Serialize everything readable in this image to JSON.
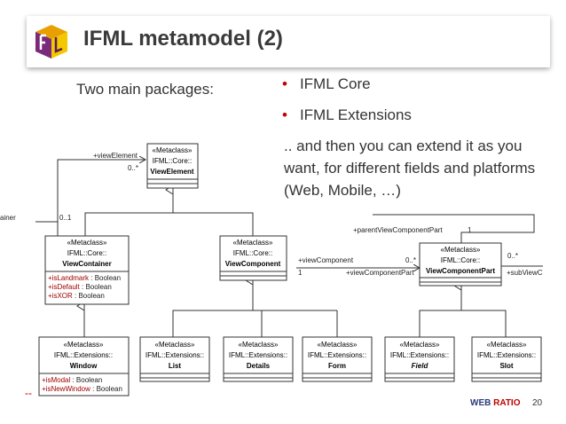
{
  "slide": {
    "title": "IFML metamodel (2)",
    "intro": "Two main packages:",
    "bullets": [
      "IFML Core",
      "IFML Extensions"
    ],
    "note": ".. and then you can extend it as you want, for different fields and platforms (Web, Mobile, …)",
    "page_number": "20",
    "footer_brand": {
      "web": "WEB",
      "ratio": "RATIO"
    },
    "accent_color": "#c00000"
  },
  "diagram": {
    "classes": {
      "view_element": {
        "stereotype": "«Metaclass»",
        "package": "IFML::Core::",
        "name": "ViewElement"
      },
      "view_container": {
        "stereotype": "«Metaclass»",
        "package": "IFML::Core::",
        "name": "ViewContainer",
        "attributes": [
          {
            "name": "+isLandmark",
            "type": " : Boolean"
          },
          {
            "name": "+isDefault",
            "type": " : Boolean"
          },
          {
            "name": "+isXOR",
            "type": " : Boolean"
          }
        ]
      },
      "view_component": {
        "stereotype": "«Metaclass»",
        "package": "IFML::Core::",
        "name": "ViewComponent"
      },
      "view_component_part": {
        "stereotype": "«Metaclass»",
        "package": "IFML::Core::",
        "name": "ViewComponentPart"
      },
      "window": {
        "stereotype": "«Metaclass»",
        "package": "IFML::Extensions::",
        "name": "Window",
        "attributes": [
          {
            "name": "+isModal",
            "type": " : Boolean"
          },
          {
            "name": "+isNewWindow",
            "type": " : Boolean"
          }
        ]
      },
      "list": {
        "stereotype": "«Metaclass»",
        "package": "IFML::Extensions::",
        "name": "List"
      },
      "details": {
        "stereotype": "«Metaclass»",
        "package": "IFML::Extensions::",
        "name": "Details"
      },
      "form": {
        "stereotype": "«Metaclass»",
        "package": "IFML::Extensions::",
        "name": "Form"
      },
      "field": {
        "stereotype": "«Metaclass»",
        "package": "IFML::Extensions::",
        "name": "Field"
      },
      "slot": {
        "stereotype": "«Metaclass»",
        "package": "IFML::Extensions::",
        "name": "Slot"
      }
    },
    "labels": {
      "view_element_role": "+viewElement",
      "mult_0_star_top": "0..*",
      "container_role": "ainer",
      "mult_0_1": "0..1",
      "view_component_role": "+viewComponent",
      "mult_0_star_mid": "0..*",
      "mult_1_mid": "1",
      "view_component_part_role": "+viewComponentPart",
      "parent_role": "+parentViewComponentPart",
      "mult_1_top": "1",
      "mult_0_star_right": "0..*",
      "sub_role": "+subViewC"
    }
  }
}
